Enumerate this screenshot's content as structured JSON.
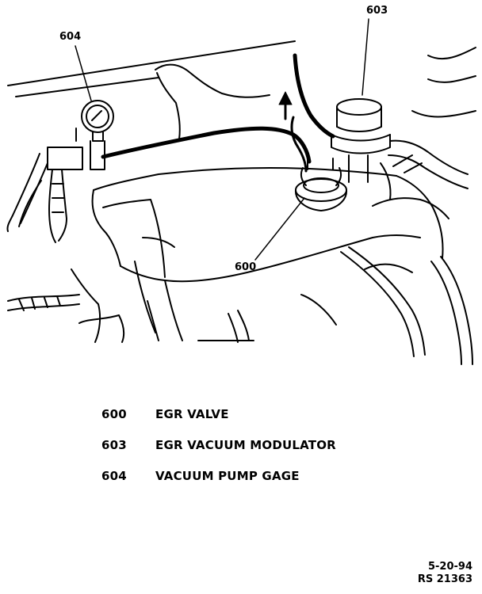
{
  "callouts": {
    "gage": "604",
    "modulator": "603",
    "valve": "600"
  },
  "legend": [
    {
      "number": "600",
      "description": "EGR VALVE"
    },
    {
      "number": "603",
      "description": "EGR VACUUM MODULATOR"
    },
    {
      "number": "604",
      "description": "VACUUM PUMP GAGE"
    }
  ],
  "figure": {
    "date": "5-20-94",
    "reference": "RS 21363"
  }
}
